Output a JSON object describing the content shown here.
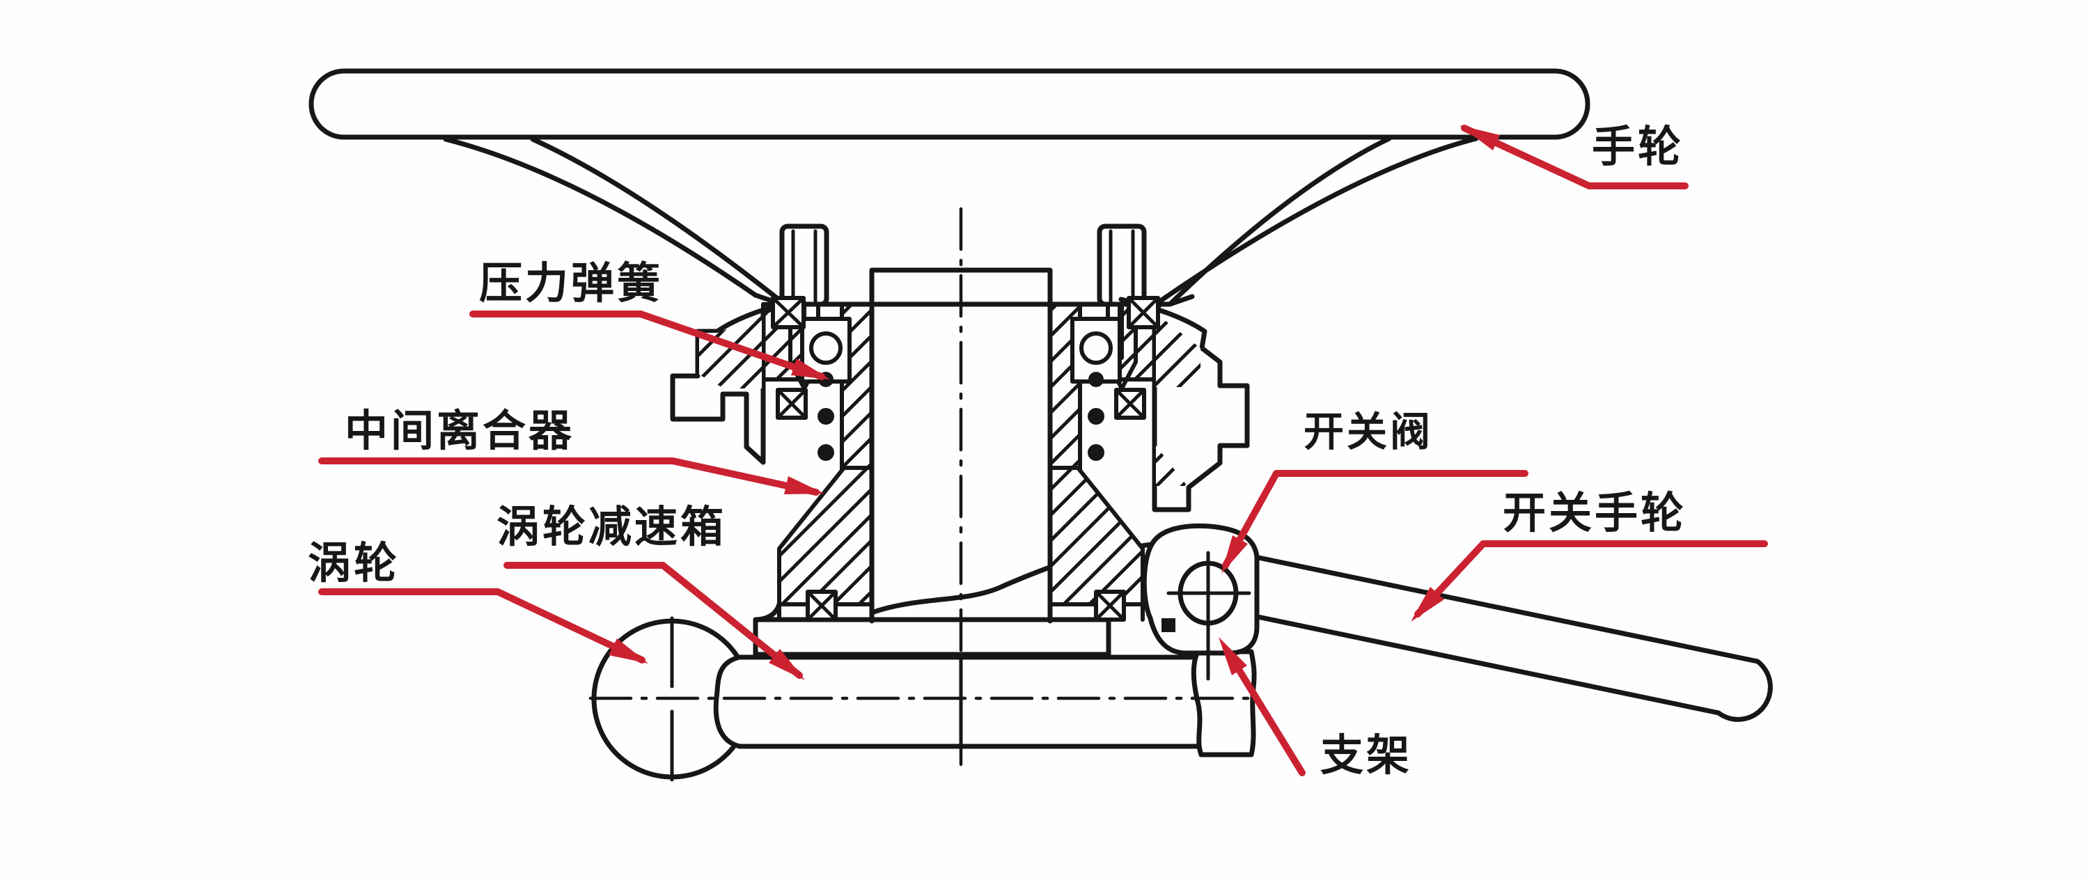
{
  "figure": {
    "background": "#fefefe",
    "ink": "#171717",
    "leader_red": "#cb2231"
  },
  "labels": {
    "handwheel": "手轮",
    "pressure_spring": "压力弹簧",
    "intermediate_clutch": "中间离合器",
    "worm_gear_reducer": "涡轮减速箱",
    "worm_wheel": "涡轮",
    "switch_valve": "开关阀",
    "switch_handwheel": "开关手轮",
    "bracket": "支架"
  }
}
